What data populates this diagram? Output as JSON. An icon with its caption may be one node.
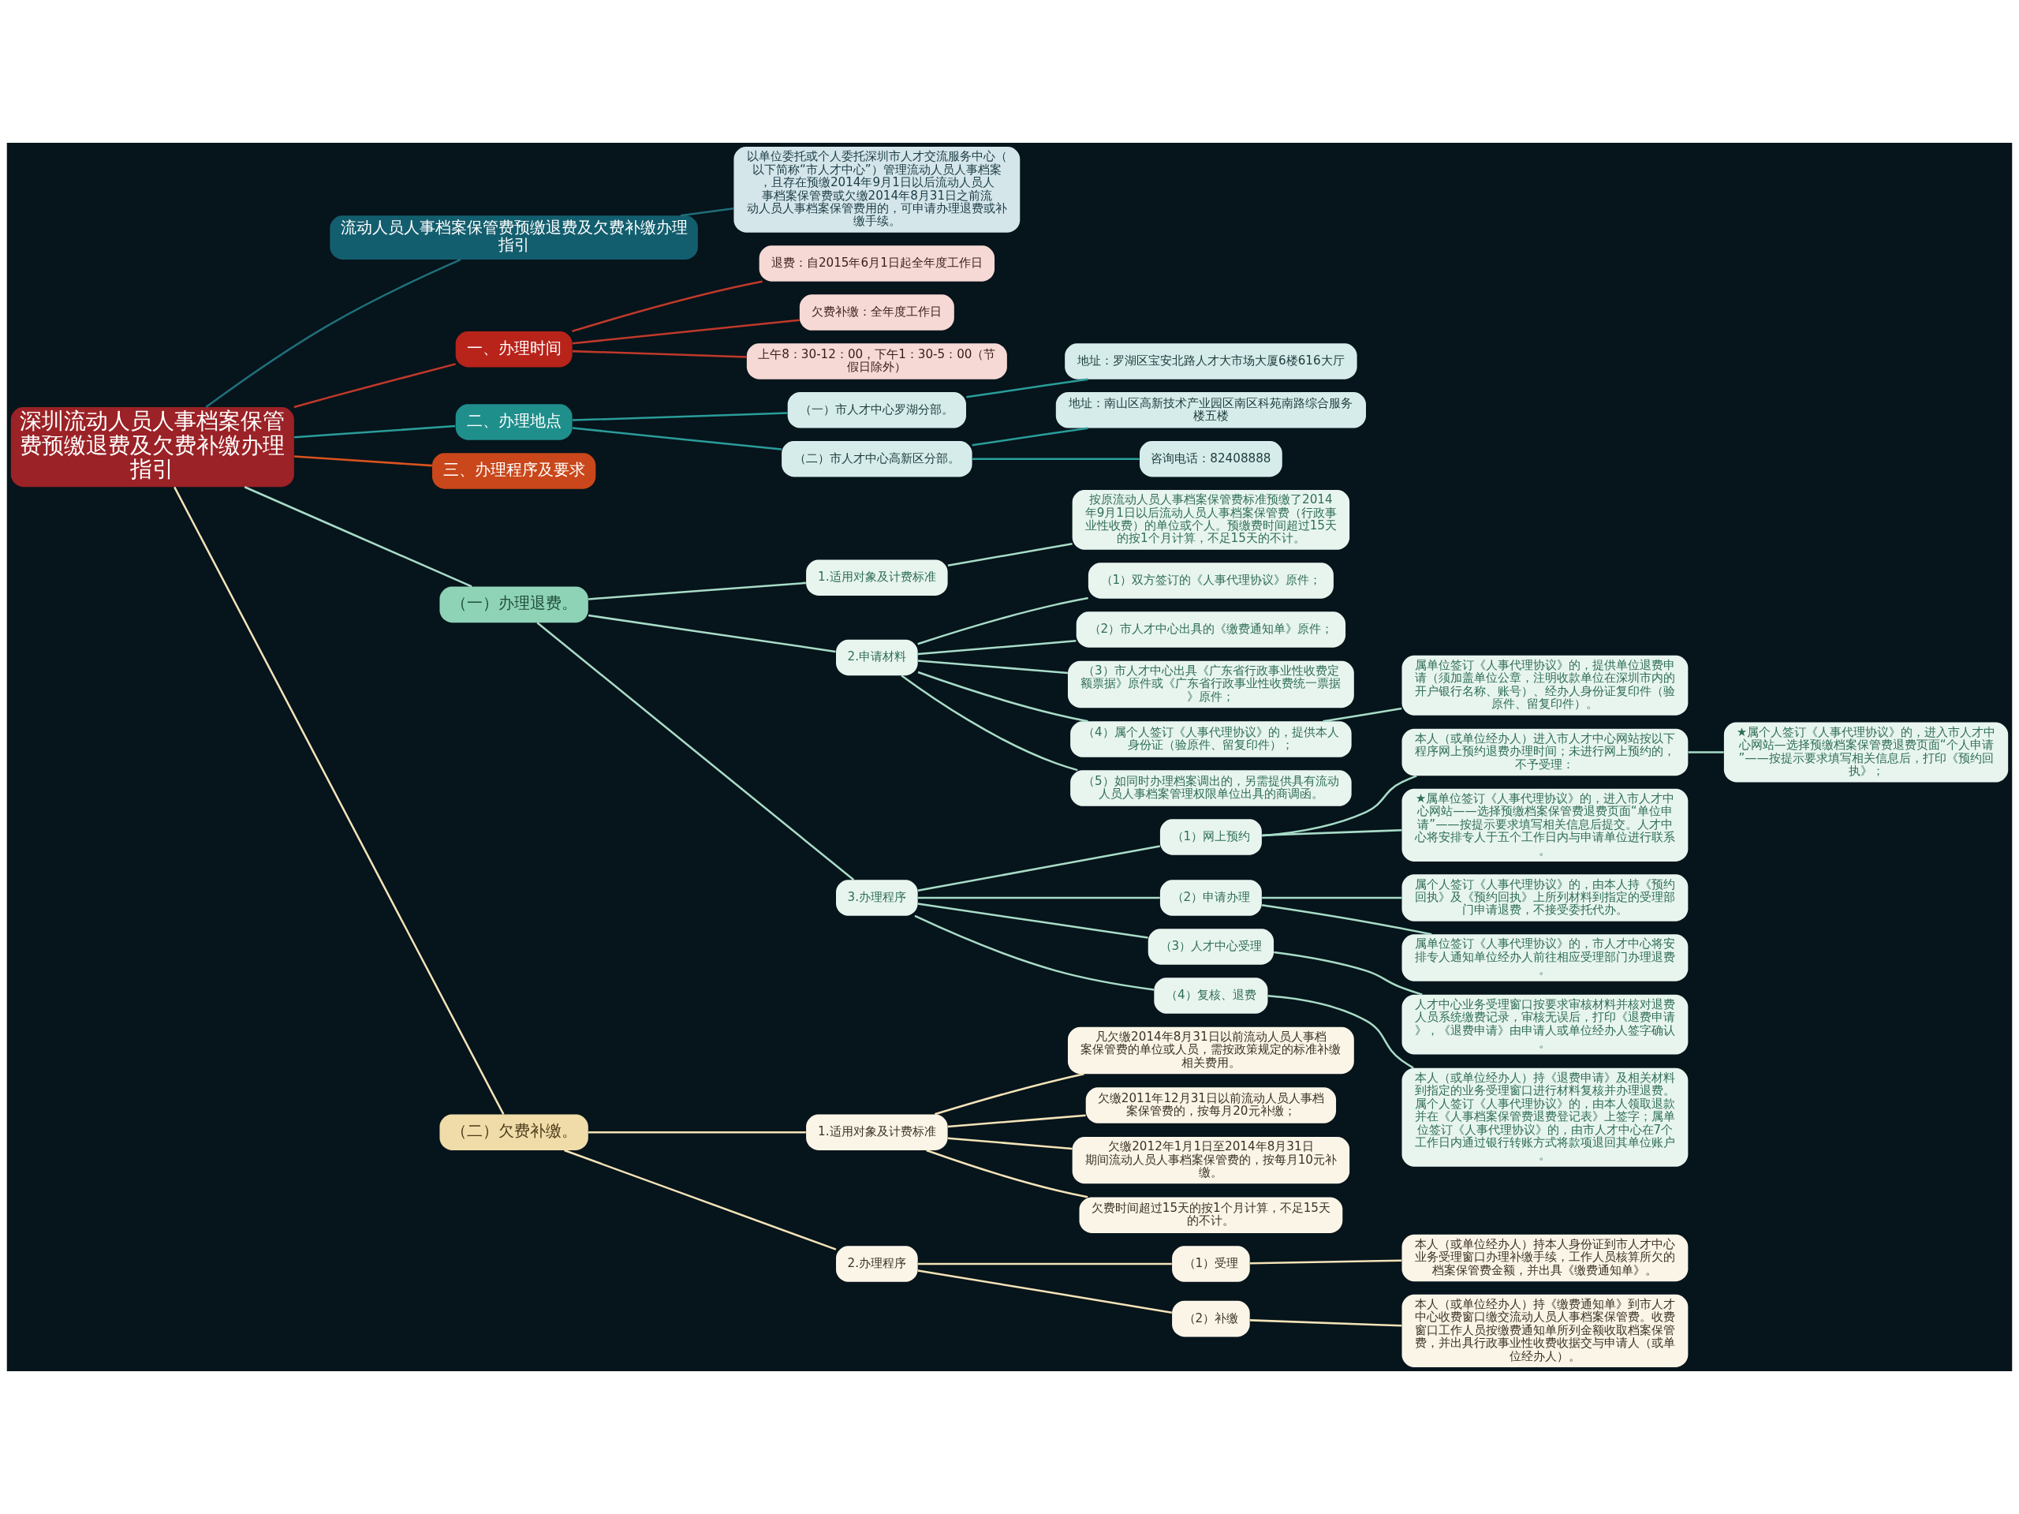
{
  "diagram": {
    "nodes": [
      {
        "text": [
          "深圳流动人员人事档案保管费预缴退费及欠费补缴办理指引"
        ]
      },
      {
        "text": [
          "流动人员人事档案保管费预缴退费及欠费补缴办理指引"
        ]
      },
      {
        "text": [
          "以单位委托或个人委托深圳市人才交流服务中心（以下简称“市人才中心”）管理流动人员人事档案，且存在预缴2014年9月1日以后流动人员人事档案保管费或欠缴2014年8月31日之前流动人员人事档案保管费用的，可申请办理退费或补缴手续。"
        ]
      },
      {
        "text": [
          "一、办理时间"
        ]
      },
      {
        "text": [
          "退费：自2015年6月1日起全年度工作日"
        ]
      },
      {
        "text": [
          "欠费补缴：全年度工作日"
        ]
      },
      {
        "text": [
          "上午8：30-12：00，下午1：30-5：00（节假日除外）"
        ]
      },
      {
        "text": [
          "二、办理地点"
        ]
      },
      {
        "text": [
          "（一）市人才中心罗湖分部。"
        ]
      },
      {
        "text": [
          "地址：罗湖区宝安北路人才大市场大厦6楼616大厅"
        ]
      },
      {
        "text": [
          "（二）市人才中心高新区分部。"
        ]
      },
      {
        "text": [
          "地址：南山区高新技术产业园区南区科苑南路综合服务楼五楼"
        ]
      },
      {
        "text": [
          "咨询电话：82408888"
        ]
      },
      {
        "text": [
          "三、办理程序及要求"
        ]
      },
      {
        "text": [
          "（一）办理退费。"
        ]
      },
      {
        "text": [
          "1.适用对象及计费标准"
        ]
      },
      {
        "text": [
          "按原流动人员人事档案保管费标准预缴了2014年9月1日以后流动人员人事档案保管费（行政事业性收费）的单位或个人。预缴费时间超过15天的按1个月计算，不足15天的不计。"
        ]
      },
      {
        "text": [
          "2.申请材料"
        ]
      },
      {
        "text": [
          "（1）双方签订的《人事代理协议》原件；"
        ]
      },
      {
        "text": [
          "（2）市人才中心出具的《缴费通知单》原件；"
        ]
      },
      {
        "text": [
          "（3）市人才中心出具《广东省行政事业性收费定额票据》原件或《广东省行政事业性收费统一票据》原件；"
        ]
      },
      {
        "text": [
          "（4）属个人签订《人事代理协议》的，提供本人身份证（验原件、留复印件）；"
        ]
      },
      {
        "text": [
          "（5）如同时办理档案调出的，另需提供具有流动人员人事档案管理权限单位出具的商调函。"
        ]
      },
      {
        "text": [
          "属单位签订《人事代理协议》的，提供单位退费申请（须加盖单位公章，注明收款单位在深圳市内的开户银行名称、账号）、经办人身份证复印件（验原件、留复印件）。"
        ]
      },
      {
        "text": [
          "3.办理程序"
        ]
      },
      {
        "text": [
          "（1）网上预约"
        ]
      },
      {
        "text": [
          "本人（或单位经办人）进入市人才中心网站按以下程序网上预约退费办理时间；未进行网上预约的，不予受理："
        ]
      },
      {
        "text": [
          "★属个人签订《人事代理协议》的，进入市人才中心网站—选择预缴档案保管费退费页面“个人申请”——按提示要求填写相关信息后，打印《预约回执》；"
        ]
      },
      {
        "text": [
          "★属单位签订《人事代理协议》的，进入市人才中心网站——选择预缴档案保管费退费页面“单位申请”——按提示要求填写相关信息后提交。人才中心将安排专人于五个工作日内与申请单位进行联系。"
        ]
      },
      {
        "text": [
          "（2）申请办理"
        ]
      },
      {
        "text": [
          "属个人签订《人事代理协议》的，由本人持《预约回执》及《预约回执》上所列材料到指定的受理部门申请退费，不接受委托代办。"
        ]
      },
      {
        "text": [
          "属单位签订《人事代理协议》的，市人才中心将安排专人通知单位经办人前往相应受理部门办理退费。"
        ]
      },
      {
        "text": [
          "（3）人才中心受理"
        ]
      },
      {
        "text": [
          "人才中心业务受理窗口按要求审核材料并核对退费人员系统缴费记录，审核无误后，打印《退费申请》，《退费申请》由申请人或单位经办人签字确认。"
        ]
      },
      {
        "text": [
          "（4）复核、退费"
        ]
      },
      {
        "text": [
          "本人（或单位经办人）持《退费申请》及相关材料到指定的业务受理窗口进行材料复核并办理退费。属个人签订《人事代理协议》的，由本人领取退款并在《人事档案保管费退费登记表》上签字；属单位签订《人事代理协议》的，由市人才中心在7个工作日内通过银行转账方式将款项退回其单位账户。"
        ]
      },
      {
        "text": [
          "（二）欠费补缴。"
        ]
      },
      {
        "text": [
          "1.适用对象及计费标准"
        ]
      },
      {
        "text": [
          "凡欠缴2014年8月31日以前流动人员人事档案保管费的单位或人员，需按政策规定的标准补缴相关费用。"
        ]
      },
      {
        "text": [
          "欠缴2011年12月31日以前流动人员人事档案保管费的，按每月20元补缴；"
        ]
      },
      {
        "text": [
          "欠缴2012年1月1日至2014年8月31日期间流动人员人事档案保管费的，按每月10元补缴。"
        ]
      },
      {
        "text": [
          "欠费时间超过15天的按1个月计算，不足15天的不计。"
        ]
      },
      {
        "text": [
          "2.办理程序"
        ]
      },
      {
        "text": [
          "（1）受理"
        ]
      },
      {
        "text": [
          "本人（或单位经办人）持本人身份证到市人才中心业务受理窗口办理补缴手续，工作人员核算所欠的档案保管费金额，并出具《缴费通知单》。"
        ]
      },
      {
        "text": [
          "（2）补缴"
        ]
      },
      {
        "text": [
          "本人（或单位经办人）持《缴费通知单》到市人才中心收费窗口缴交流动人员人事档案保管费。收费窗口工作人员按缴费通知单所列金额收取档案保管费，并出具行政事业性收费收据交与申请人（或单位经办人）。"
        ]
      }
    ],
    "edges": [
      {
        "from": 0,
        "to": 1,
        "arrow": "none",
        "color": "#1f6f7a"
      },
      {
        "from": 1,
        "to": 2,
        "arrow": "none",
        "color": "#1f6f7a"
      },
      {
        "from": 0,
        "to": 3,
        "arrow": "none",
        "color": "#c0392b"
      },
      {
        "from": 3,
        "to": 4,
        "arrow": "none",
        "color": "#c0392b"
      },
      {
        "from": 3,
        "to": 5,
        "arrow": "none",
        "color": "#c0392b"
      },
      {
        "from": 3,
        "to": 6,
        "arrow": "none",
        "color": "#c0392b"
      },
      {
        "from": 0,
        "to": 7,
        "arrow": "none",
        "color": "#2a9d9a"
      },
      {
        "from": 7,
        "to": 8,
        "arrow": "none",
        "color": "#2a9d9a"
      },
      {
        "from": 8,
        "to": 9,
        "arrow": "none",
        "color": "#2a9d9a"
      },
      {
        "from": 7,
        "to": 10,
        "arrow": "none",
        "color": "#2a9d9a"
      },
      {
        "from": 10,
        "to": 11,
        "arrow": "none",
        "color": "#2a9d9a"
      },
      {
        "from": 10,
        "to": 12,
        "arrow": "none",
        "color": "#2a9d9a"
      },
      {
        "from": 0,
        "to": 13,
        "arrow": "none",
        "color": "#d9531e"
      },
      {
        "from": 0,
        "to": 14,
        "arrow": "none"
      },
      {
        "from": 14,
        "to": 15,
        "arrow": "none"
      },
      {
        "from": 15,
        "to": 16,
        "arrow": "none"
      },
      {
        "from": 14,
        "to": 17,
        "arrow": "none"
      },
      {
        "from": 17,
        "to": 18,
        "arrow": "none"
      },
      {
        "from": 17,
        "to": 19,
        "arrow": "none"
      },
      {
        "from": 17,
        "to": 20,
        "arrow": "none"
      },
      {
        "from": 17,
        "to": 21,
        "arrow": "none"
      },
      {
        "from": 17,
        "to": 22,
        "arrow": "none"
      },
      {
        "from": 21,
        "to": 23,
        "arrow": "none"
      },
      {
        "from": 14,
        "to": 24,
        "arrow": "none"
      },
      {
        "from": 24,
        "to": 25,
        "arrow": "none"
      },
      {
        "from": 25,
        "to": 26,
        "arrow": "none"
      },
      {
        "from": 26,
        "to": 27,
        "arrow": "none"
      },
      {
        "from": 25,
        "to": 28,
        "arrow": "none"
      },
      {
        "from": 24,
        "to": 29,
        "arrow": "none"
      },
      {
        "from": 29,
        "to": 30,
        "arrow": "none"
      },
      {
        "from": 29,
        "to": 31,
        "arrow": "none"
      },
      {
        "from": 24,
        "to": 32,
        "arrow": "none"
      },
      {
        "from": 32,
        "to": 33,
        "arrow": "none"
      },
      {
        "from": 24,
        "to": 34,
        "arrow": "none"
      },
      {
        "from": 34,
        "to": 35,
        "arrow": "none"
      },
      {
        "from": 0,
        "to": 36,
        "arrow": "none",
        "color": "#f3e3b8"
      },
      {
        "from": 36,
        "to": 37,
        "arrow": "none",
        "color": "#f3e3b8"
      },
      {
        "from": 37,
        "to": 38,
        "arrow": "none",
        "color": "#f3e3b8"
      },
      {
        "from": 37,
        "to": 39,
        "arrow": "none",
        "color": "#f3e3b8"
      },
      {
        "from": 37,
        "to": 40,
        "arrow": "none",
        "color": "#f3e3b8"
      },
      {
        "from": 37,
        "to": 41,
        "arrow": "none",
        "color": "#f3e3b8"
      },
      {
        "from": 36,
        "to": 42,
        "arrow": "none",
        "color": "#f3e3b8"
      },
      {
        "from": 42,
        "to": 43,
        "arrow": "none",
        "color": "#f3e3b8"
      },
      {
        "from": 43,
        "to": 44,
        "arrow": "none",
        "color": "#f3e3b8"
      },
      {
        "from": 42,
        "to": 45,
        "arrow": "none",
        "color": "#f3e3b8"
      },
      {
        "from": 45,
        "to": 46,
        "arrow": "none",
        "color": "#f3e3b8"
      }
    ]
  }
}
